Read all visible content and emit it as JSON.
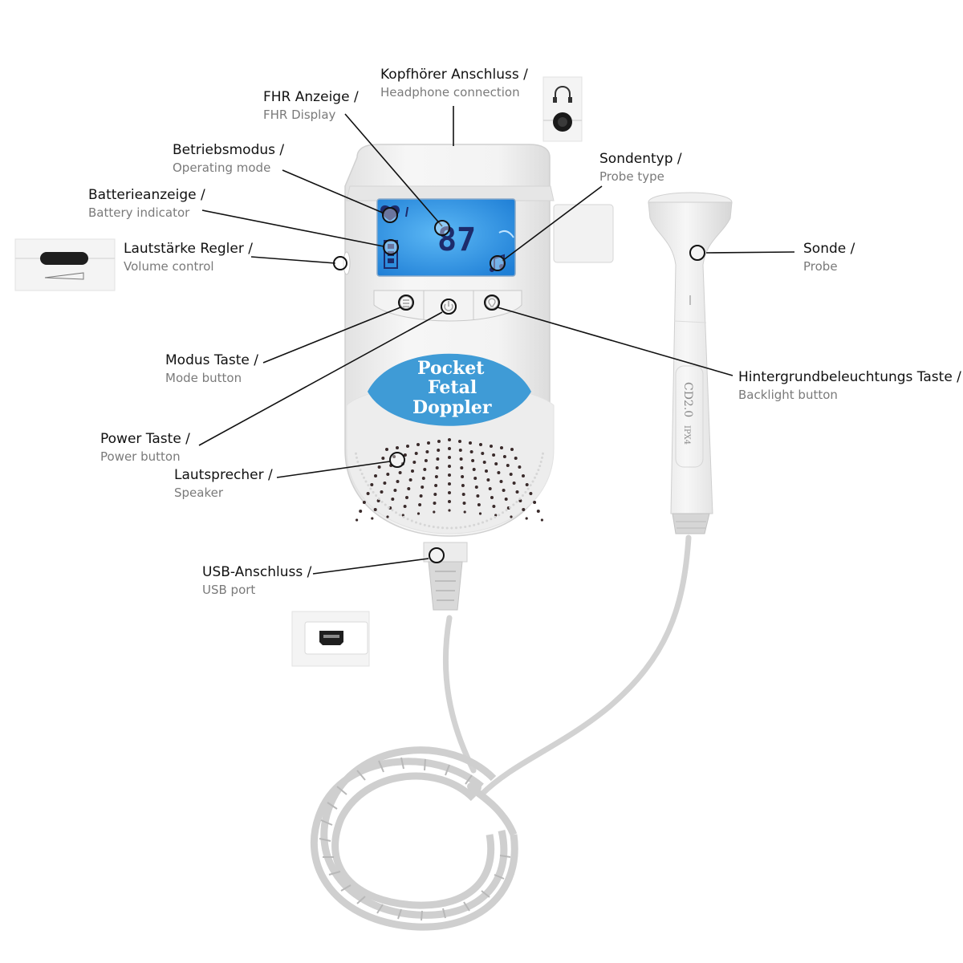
{
  "colors": {
    "background": "#ffffff",
    "device_body": "#eeeeee",
    "lcd_blue": "#2a8fe0",
    "brand_blue": "#3f9bd6",
    "cable": "#d2d2d2"
  },
  "device": {
    "brand_line1": "Pocket",
    "brand_line2": "Fetal",
    "brand_line3": "Doppler",
    "display_value": "87",
    "probe_model": "CD2.0",
    "probe_rating": "IPX4"
  },
  "labels": {
    "headphone": {
      "de": "Kopfhörer Anschluss /",
      "en": "Headphone connection"
    },
    "fhr_display": {
      "de": "FHR Anzeige /",
      "en": "FHR Display"
    },
    "operating_mode": {
      "de": "Betriebsmodus /",
      "en": "Operating mode"
    },
    "battery": {
      "de": "Batterieanzeige /",
      "en": "Battery indicator"
    },
    "volume": {
      "de": "Lautstärke Regler /",
      "en": "Volume control"
    },
    "probe_type": {
      "de": "Sondentyp /",
      "en": "Probe type"
    },
    "probe": {
      "de": "Sonde /",
      "en": "Probe"
    },
    "mode_button": {
      "de": "Modus Taste /",
      "en": "Mode button"
    },
    "backlight_button": {
      "de": "Hintergrundbeleuchtungs Taste /",
      "en": "Backlight button"
    },
    "power_button": {
      "de": "Power Taste /",
      "en": "Power button"
    },
    "speaker": {
      "de": "Lautsprecher /",
      "en": "Speaker"
    },
    "usb": {
      "de": "USB-Anschluss /",
      "en": "USB port"
    }
  },
  "icons": [
    "headphone-icon",
    "heart-icon",
    "battery-icon",
    "probe-type-icon",
    "mode-icon",
    "power-icon",
    "backlight-icon",
    "usb-port-icon",
    "volume-wheel-icon"
  ]
}
